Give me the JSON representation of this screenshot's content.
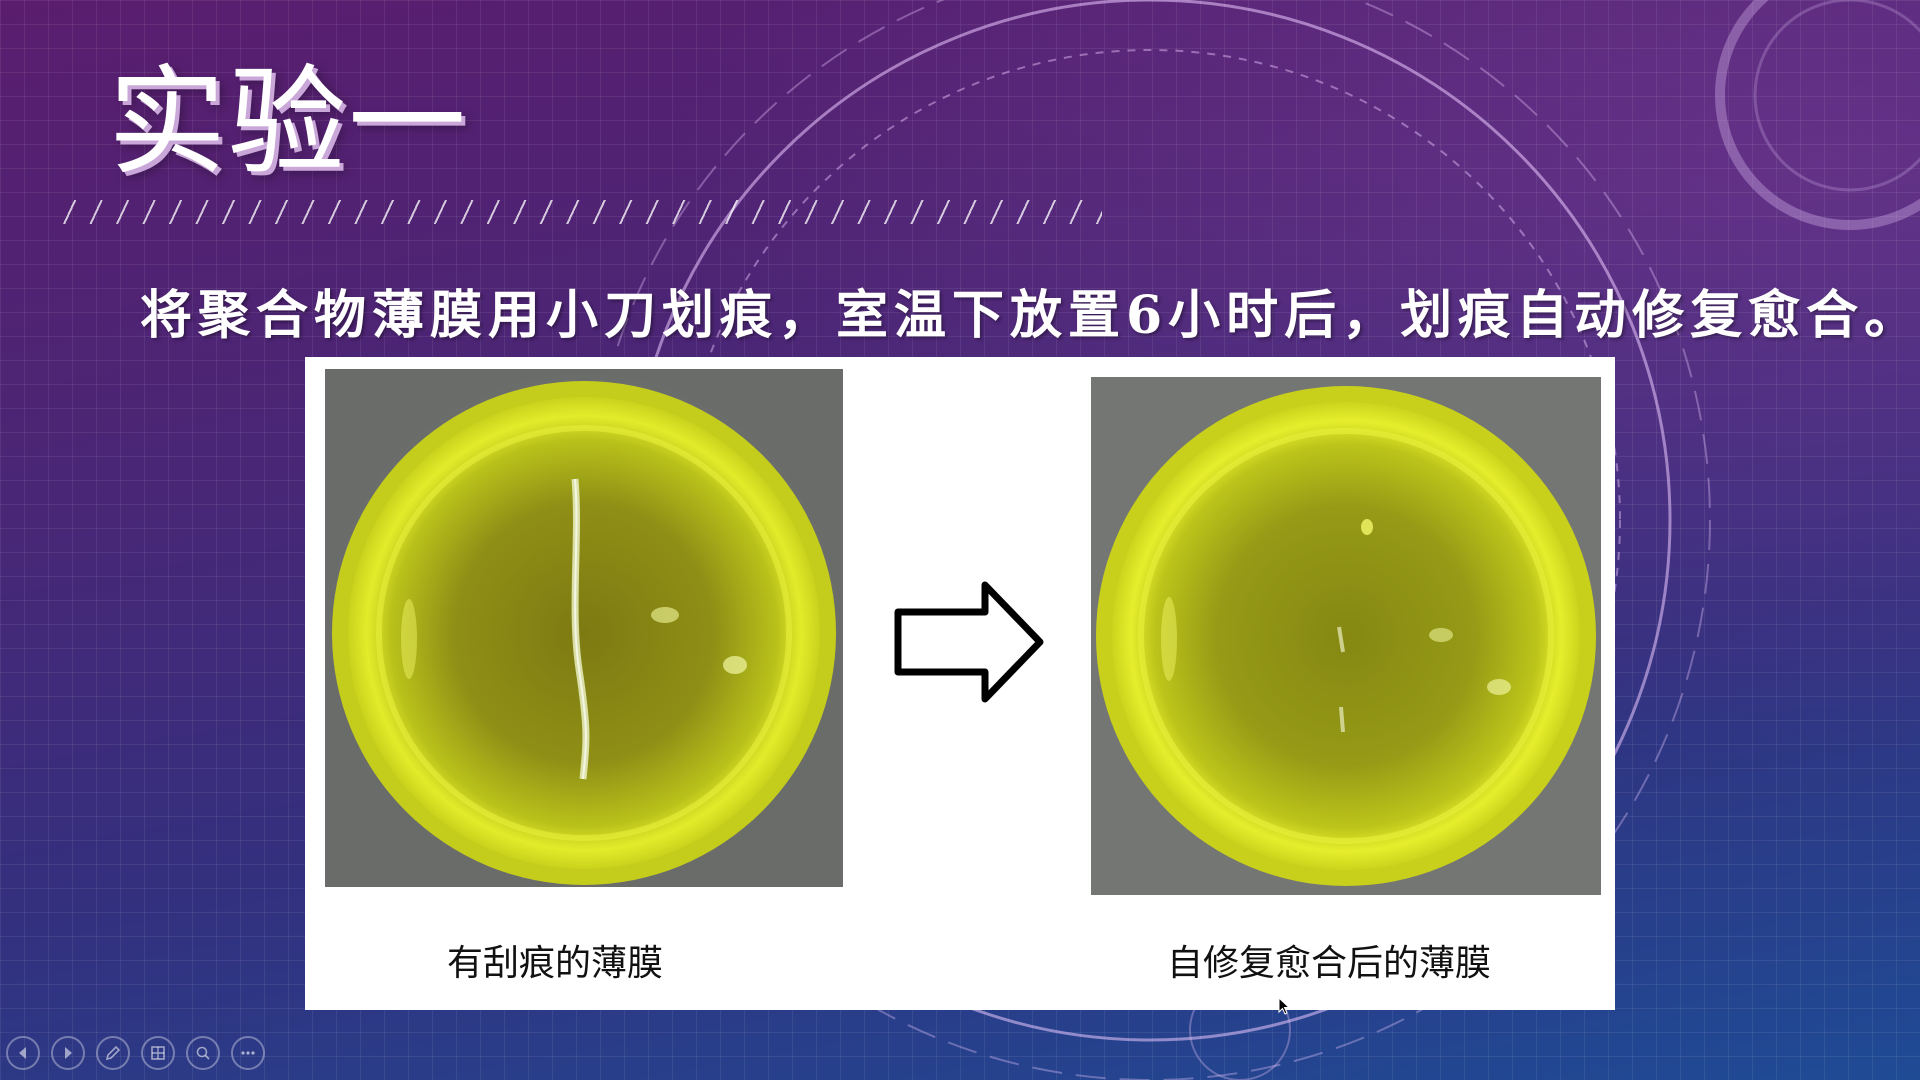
{
  "slide": {
    "title": "实验一",
    "subtitle": "将聚合物薄膜用小刀划痕，室温下放置6小时后，划痕自动修复愈合。"
  },
  "figure": {
    "left_photo": {
      "icon": "petri-dish-scratched-photo",
      "caption": "有刮痕的薄膜"
    },
    "arrow_icon": "right-arrow-icon",
    "right_photo": {
      "icon": "petri-dish-healed-photo",
      "caption": "自修复愈合后的薄膜"
    }
  },
  "toolbar": {
    "buttons": [
      {
        "icon": "previous-icon"
      },
      {
        "icon": "next-icon"
      },
      {
        "icon": "pen-icon"
      },
      {
        "icon": "slides-icon"
      },
      {
        "icon": "zoom-icon"
      },
      {
        "icon": "more-icon"
      }
    ]
  },
  "colors": {
    "film_yellow": "#d8e21a",
    "background_purple": "#4a2676",
    "background_blue": "#1f4b95"
  }
}
